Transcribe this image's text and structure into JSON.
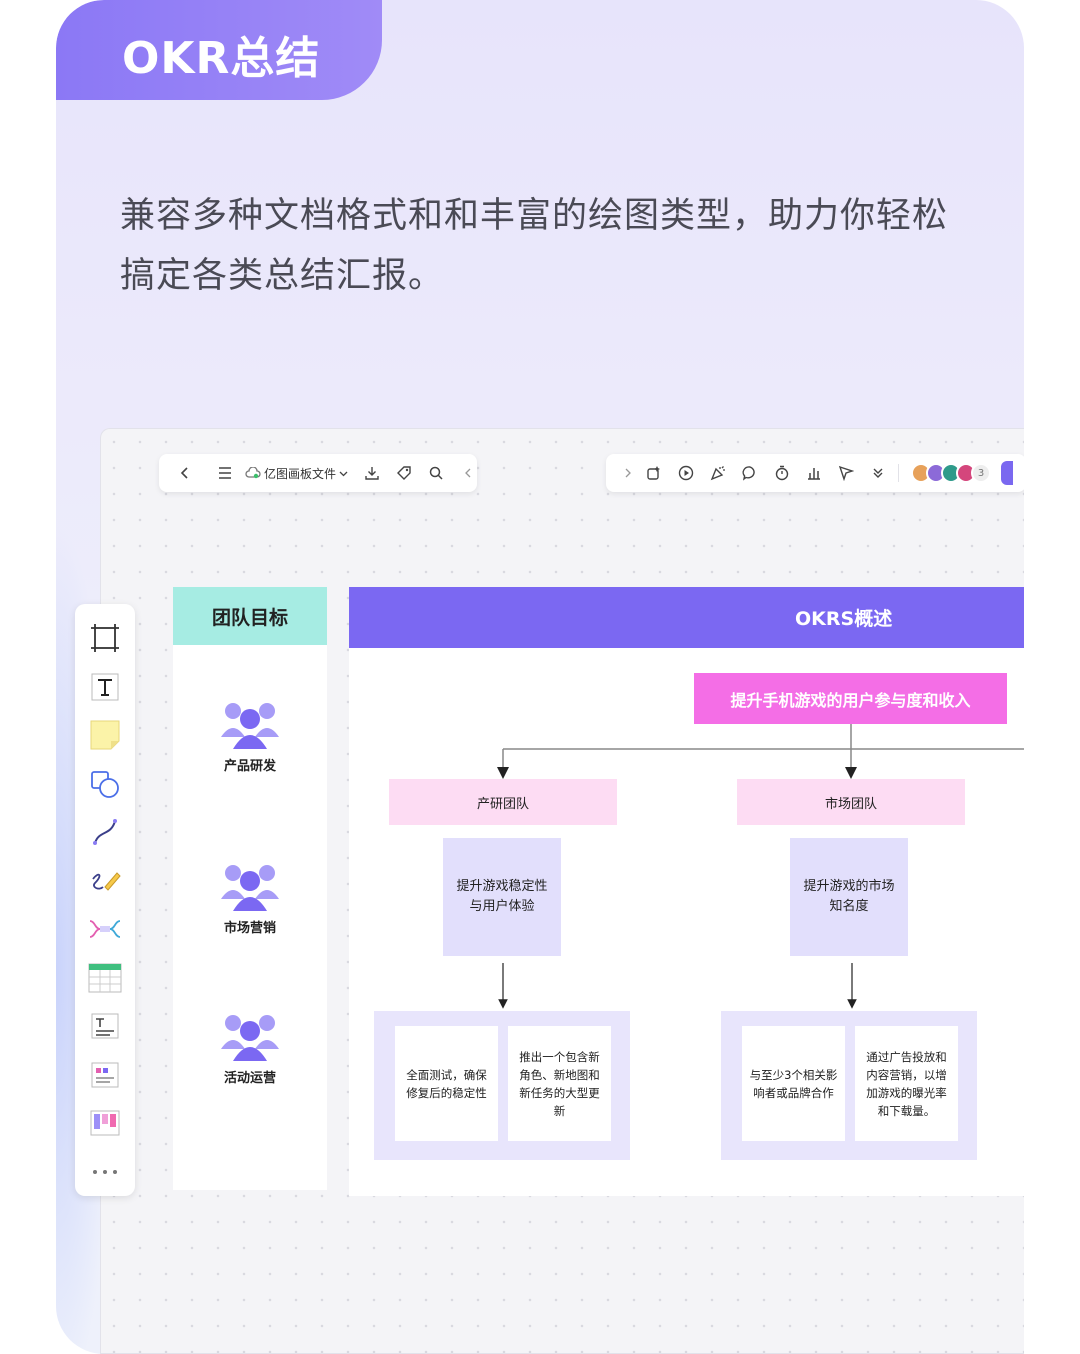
{
  "header": {
    "badge": "OKR总结",
    "subtitle": "兼容多种文档格式和和丰富的绘图类型，助力你轻松搞定各类总结汇报。"
  },
  "toolbar_left": {
    "back_icon": "chevron-left-icon",
    "menu_icon": "menu-icon",
    "file_name": "亿图画板文件",
    "file_cloud_icon": "cloud-icon",
    "dropdown_icon": "chevron-down-icon",
    "download_icon": "download-icon",
    "tag_icon": "tag-icon",
    "search_icon": "search-icon",
    "collapse_icon": "chevron-left-icon"
  },
  "toolbar_right": {
    "avatars_extra_count": "3",
    "avatar_colors": [
      "#e7a15a",
      "#8c6ad8",
      "#2e9a8a",
      "#d4467c"
    ]
  },
  "sidebar_tools": [
    "frame-icon",
    "text-icon",
    "sticky-note-icon",
    "shape-icon",
    "connector-icon",
    "pen-icon",
    "mindmap-icon",
    "table-icon",
    "text-card-icon",
    "list-card-icon",
    "kanban-icon",
    "more-icon"
  ],
  "diagram": {
    "left_header": "团队目标",
    "teams": [
      "产品研发",
      "市场营销",
      "活动运营"
    ],
    "main_header": "OKRS概述",
    "goal": "提升手机游戏的用户参与度和收入",
    "branches": [
      {
        "team": "产研团队",
        "objective": "提升游戏稳定性与用户体验",
        "key_results": [
          "全面测试，确保修复后的稳定性",
          "推出一个包含新角色、新地图和新任务的大型更新"
        ]
      },
      {
        "team": "市场团队",
        "objective": "提升游戏的市场知名度",
        "key_results": [
          "与至少3个相关影响者或品牌合作",
          "通过广告投放和内容营销，以增加游戏的曝光率和下载量。"
        ]
      }
    ]
  },
  "colors": {
    "badge": "#8b78f5",
    "left_header": "#a6ece3",
    "main_header": "#7b68f2",
    "goal": "#f46ee6",
    "team_box": "#fddcf3",
    "objective_box": "#e2dffc",
    "people_icon": "#8a7cf4"
  }
}
